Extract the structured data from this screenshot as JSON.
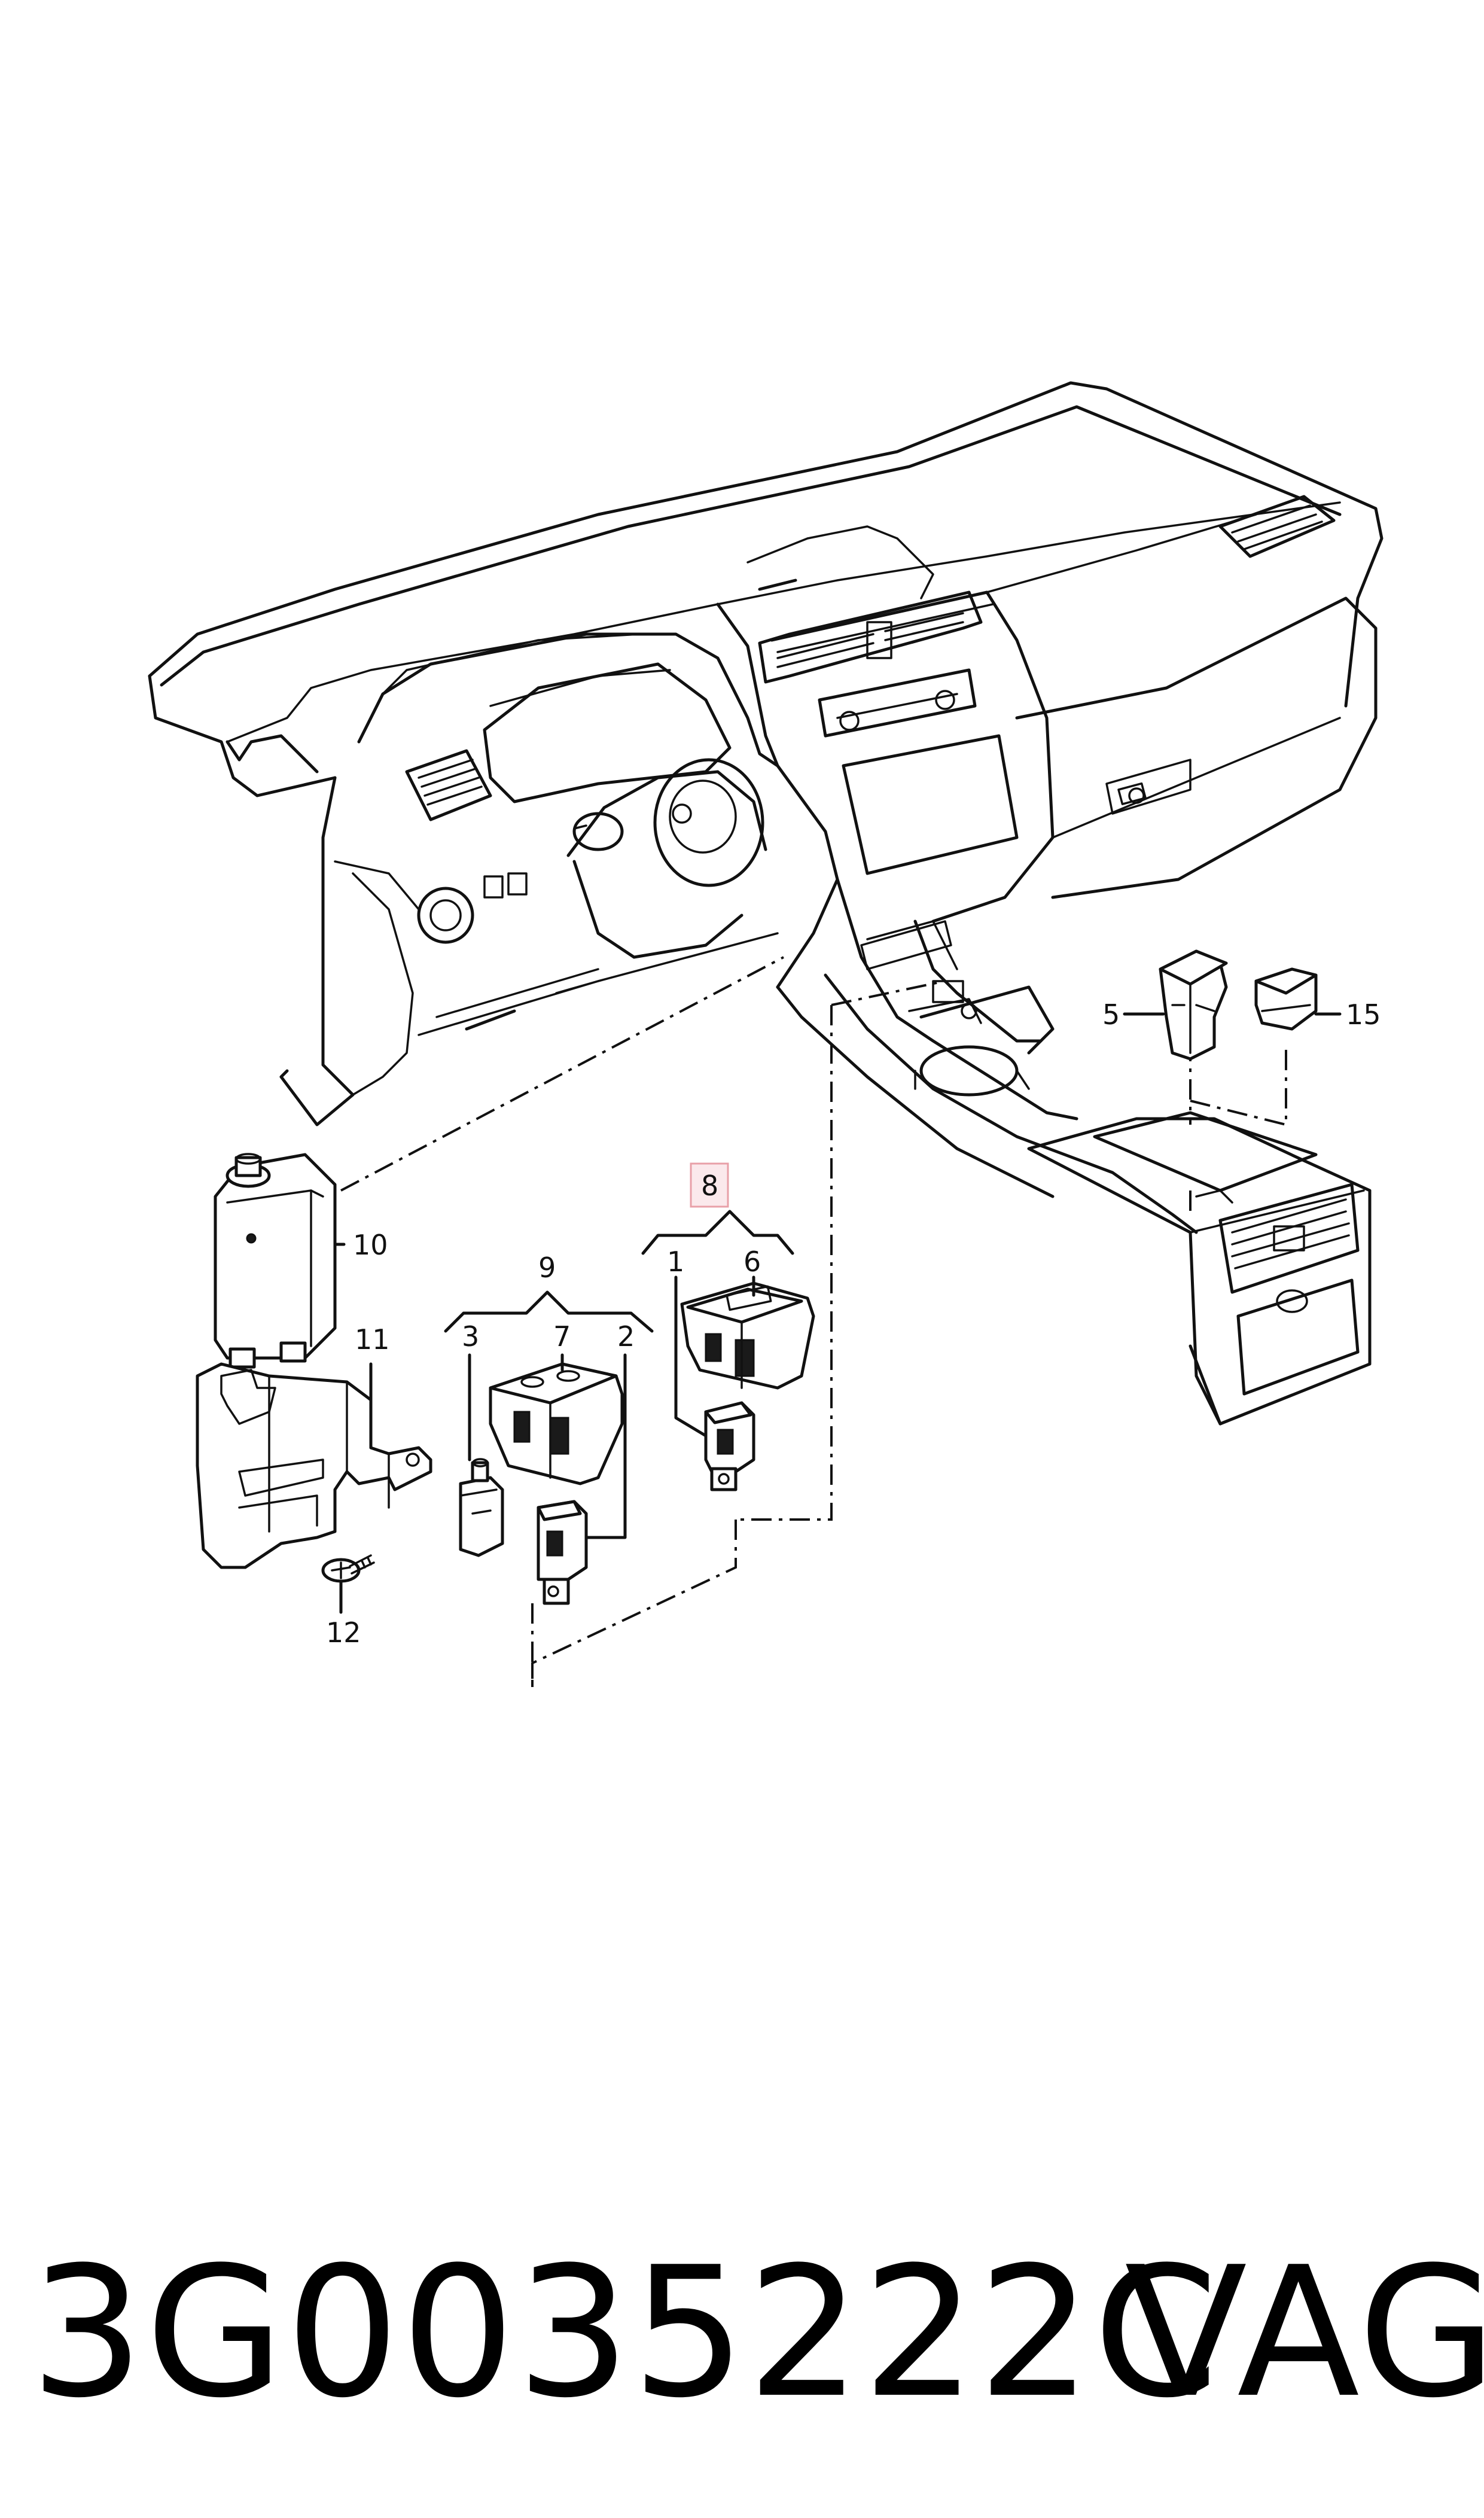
{
  "callouts": {
    "c1": "1",
    "c2": "2",
    "c3": "3",
    "c5": "5",
    "c6": "6",
    "c7": "7",
    "c8": "8",
    "c9": "9",
    "c10": "10",
    "c11": "11",
    "c12": "12",
    "c15": "15"
  },
  "highlight_color": "#e8a0a8",
  "caption": {
    "part_number": "3G0035222C",
    "brand": "VAG"
  }
}
